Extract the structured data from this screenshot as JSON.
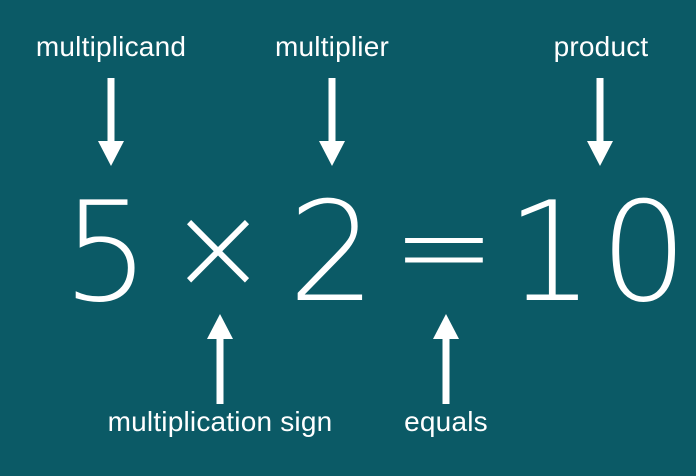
{
  "colors": {
    "background": "#0b5a66",
    "foreground": "#ffffff"
  },
  "equation": {
    "multiplicand": "5",
    "operator": "×",
    "multiplier": "2",
    "equals": "=",
    "product": "10"
  },
  "labels": {
    "top": [
      {
        "id": "multiplicand",
        "text": "multiplicand",
        "arrow": "down"
      },
      {
        "id": "multiplier",
        "text": "multiplier",
        "arrow": "down"
      },
      {
        "id": "product",
        "text": "product",
        "arrow": "down"
      }
    ],
    "bottom": [
      {
        "id": "multiplication-sign",
        "text": "multiplication sign",
        "arrow": "up"
      },
      {
        "id": "equals",
        "text": "equals",
        "arrow": "up"
      }
    ]
  },
  "icons": {
    "down_arrow": "arrow-down-icon",
    "up_arrow": "arrow-up-icon"
  }
}
